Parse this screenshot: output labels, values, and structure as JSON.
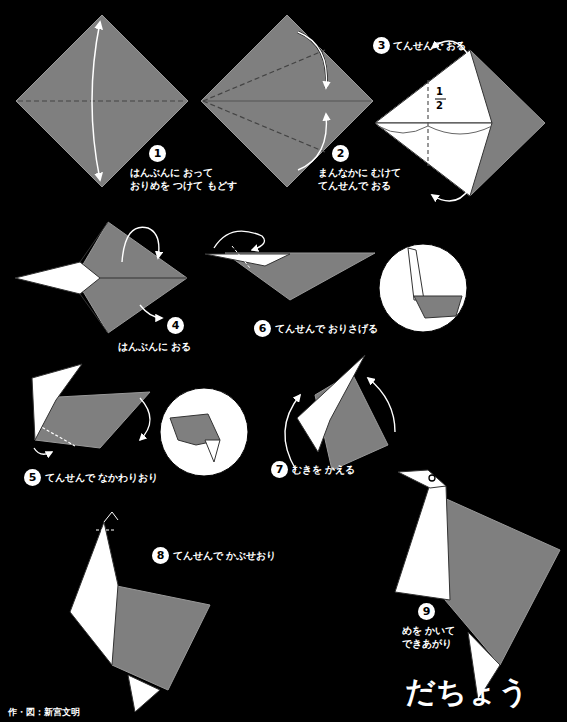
{
  "diagram": {
    "title": "だちょう",
    "nodes": [
      {
        "text": [
          "1",
          "はんぶんに おって おりめを つけて もどす"
        ]
      },
      {
        "text": [
          "2",
          "まんなかに むけて てんせんで おる"
        ]
      },
      {
        "text": [
          "3",
          "てんせんで おる"
        ]
      },
      {
        "text": [
          "4",
          "はんぶんに おる"
        ]
      },
      {
        "text": [
          "5",
          "てんせんで なかわりおり"
        ]
      },
      {
        "text": [
          "6",
          "てんせんで おりさげる"
        ]
      },
      {
        "text": [
          "7",
          "むきを かえる"
        ]
      },
      {
        "text": [
          "8",
          "てんせんで かぶせおり"
        ]
      },
      {
        "text": [
          "9",
          "めを かいて できあがり"
        ]
      }
    ],
    "labels": [
      "1",
      "2",
      "作・図：新宮文明"
    ]
  }
}
